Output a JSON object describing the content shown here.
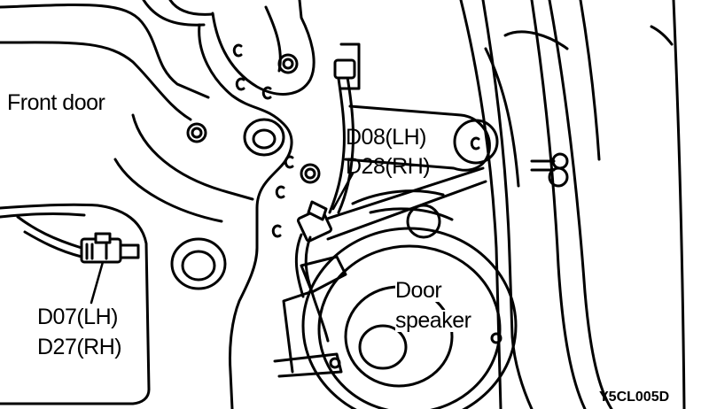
{
  "labels": {
    "front_door": "Front door",
    "d08": "D08(LH)",
    "d28": "D28(RH)",
    "d07": "D07(LH)",
    "d27": "D27(RH)",
    "door": "Door",
    "speaker": "speaker",
    "figure_code": "Y5CL005D"
  },
  "colors": {
    "ink": "#000000",
    "paper": "#ffffff"
  }
}
